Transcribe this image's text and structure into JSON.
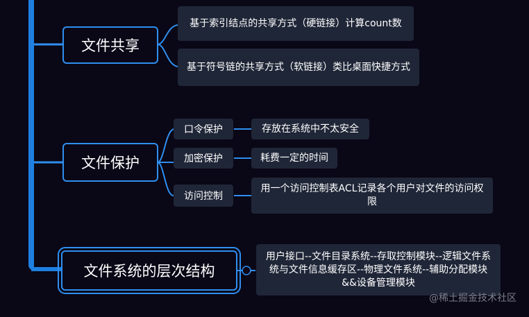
{
  "colors": {
    "background": "#0a0716",
    "spine": "#1e7fe0",
    "connector": "#2f8ff0",
    "node_border": "#2f8ff0",
    "leaf_fill": "#1f2637",
    "text": "#ffffff"
  },
  "nodes": {
    "sharing": {
      "label": "文件共享",
      "children": [
        "基于索引结点的共享方式（硬链接）计算count数",
        "基于符号链的共享方式（软链接）类比桌面快捷方式"
      ]
    },
    "protection": {
      "label": "文件保护",
      "children": [
        {
          "label": "口令保护",
          "detail": "存放在系统中不太安全"
        },
        {
          "label": "加密保护",
          "detail": "耗费一定的时间"
        },
        {
          "label": "访问控制",
          "detail": "用一个访问控制表ACL记录各个用户对文件的访问权限"
        }
      ]
    },
    "hierarchy": {
      "label": "文件系统的层次结构",
      "detail": "用户接口--文件目录系统--存取控制模块--逻辑文件系统与文件信息缓存区--物理文件系统--辅助分配模块&&设备管理模块"
    }
  },
  "watermark": "@稀土掘金技术社区"
}
